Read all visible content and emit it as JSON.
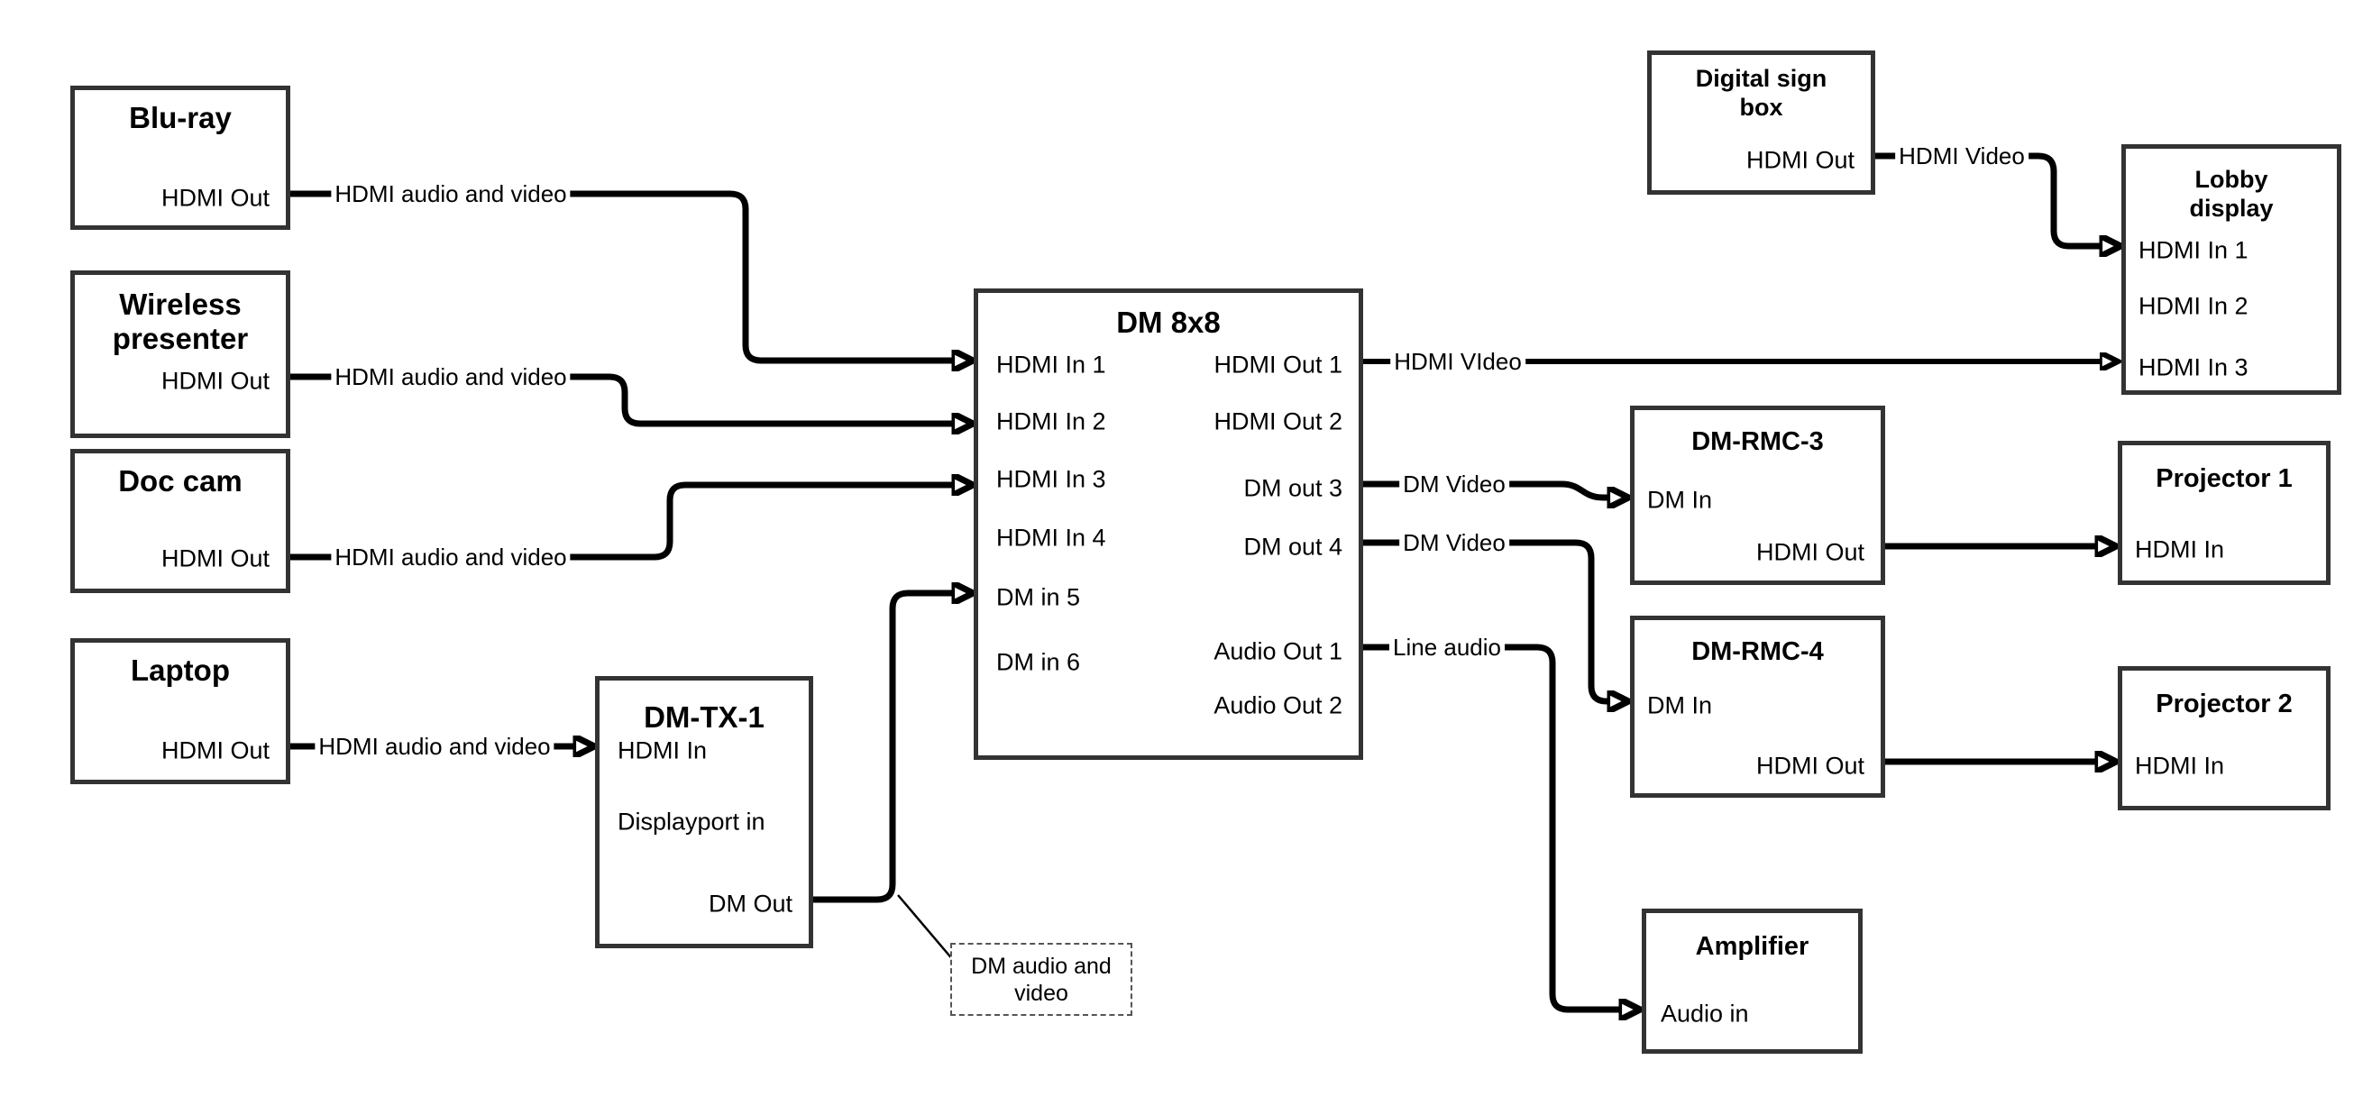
{
  "colors": {
    "background": "#ffffff",
    "box_border": "#333333",
    "wire": "#000000",
    "text": "#000000",
    "callout_border": "#555555"
  },
  "nodes": {
    "bluray": {
      "title": "Blu-ray",
      "port_out": "HDMI Out"
    },
    "wireless": {
      "title": "Wireless presenter",
      "port_out": "HDMI Out"
    },
    "doccam": {
      "title": "Doc cam",
      "port_out": "HDMI Out"
    },
    "laptop": {
      "title": "Laptop",
      "port_out": "HDMI Out"
    },
    "dmtx1": {
      "title": "DM-TX-1",
      "ports": [
        "HDMI In",
        "Displayport in",
        "DM Out"
      ]
    },
    "dm8x8": {
      "title": "DM 8x8",
      "inputs": [
        "HDMI In 1",
        "HDMI In 2",
        "HDMI In 3",
        "HDMI In 4",
        "DM in 5",
        "DM in 6"
      ],
      "outputs": [
        "HDMI Out 1",
        "HDMI Out 2",
        "DM out 3",
        "DM out 4",
        "Audio Out 1",
        "Audio Out 2"
      ]
    },
    "digitalsign": {
      "title": "Digital sign box",
      "port_out": "HDMI Out"
    },
    "lobby": {
      "title": "Lobby display",
      "inputs": [
        "HDMI In 1",
        "HDMI In 2",
        "HDMI In 3"
      ]
    },
    "dmrmc3": {
      "title": "DM-RMC-3",
      "port_in": "DM In",
      "port_out": "HDMI Out"
    },
    "proj1": {
      "title": "Projector 1",
      "port_in": "HDMI In"
    },
    "dmrmc4": {
      "title": "DM-RMC-4",
      "port_in": "DM In",
      "port_out": "HDMI Out"
    },
    "proj2": {
      "title": "Projector 2",
      "port_in": "HDMI In"
    },
    "amplifier": {
      "title": "Amplifier",
      "port_in": "Audio in"
    }
  },
  "edges": {
    "bluray_to_dm8x8": {
      "label": "HDMI audio and video"
    },
    "wireless_to_dm8x8": {
      "label": "HDMI audio and video"
    },
    "doccam_to_dm8x8": {
      "label": "HDMI audio and video"
    },
    "laptop_to_dmtx1": {
      "label": "HDMI audio and video"
    },
    "hdmiout1_to_lobby": {
      "label": "HDMI VIdeo"
    },
    "digitalsign_to_lobby": {
      "label": "HDMI Video"
    },
    "dmout3_to_dmrmc3": {
      "label": "DM Video"
    },
    "dmout4_to_dmrmc4": {
      "label": "DM Video"
    },
    "audioout1_to_amplifier": {
      "label": "Line audio"
    }
  },
  "callout": {
    "text": "DM audio and video"
  }
}
